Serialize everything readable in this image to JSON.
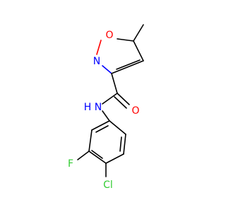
{
  "molecule": {
    "atoms": {
      "ring_oxygen": {
        "symbol": "O",
        "color": "#ff0000"
      },
      "ring_nitrogen": {
        "symbol": "N",
        "color": "#0000ff"
      },
      "carbonyl_oxygen": {
        "symbol": "O",
        "color": "#ff0000"
      },
      "amide_nitrogen": {
        "symbol": "N",
        "color": "#0000ff"
      },
      "amide_hydrogen": {
        "symbol": "H",
        "color": "#0000ff"
      },
      "fluorine": {
        "symbol": "F",
        "color": "#33cc33"
      },
      "chlorine": {
        "symbol": "Cl",
        "color": "#33cc33"
      }
    }
  }
}
